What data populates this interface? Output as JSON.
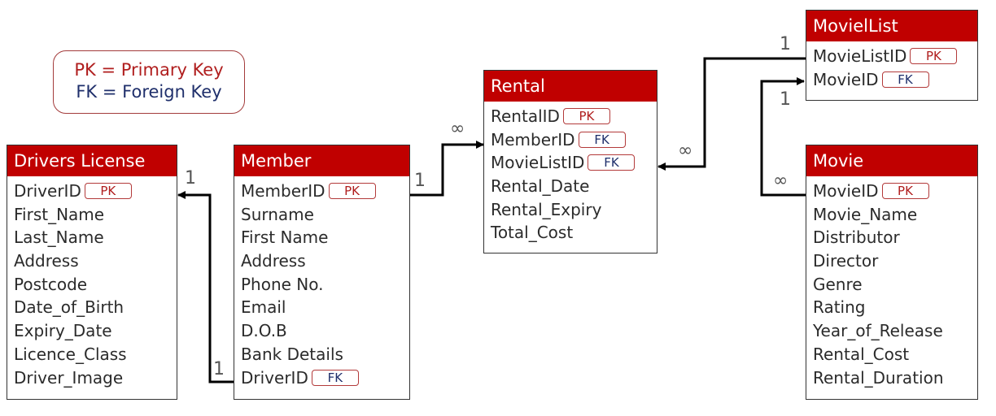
{
  "legend": {
    "pk_line": "PK = Primary Key",
    "fk_line": "FK = Foreign Key"
  },
  "entities": {
    "drivers_license": {
      "title": "Drivers License",
      "fields": [
        {
          "name": "DriverID",
          "key": "PK"
        },
        {
          "name": "First_Name"
        },
        {
          "name": "Last_Name"
        },
        {
          "name": "Address"
        },
        {
          "name": "Postcode"
        },
        {
          "name": "Date_of_Birth"
        },
        {
          "name": "Expiry_Date"
        },
        {
          "name": "Licence_Class"
        },
        {
          "name": "Driver_Image"
        }
      ]
    },
    "member": {
      "title": "Member",
      "fields": [
        {
          "name": "MemberID",
          "key": "PK"
        },
        {
          "name": "Surname"
        },
        {
          "name": "First Name"
        },
        {
          "name": "Address"
        },
        {
          "name": "Phone No."
        },
        {
          "name": "Email"
        },
        {
          "name": "D.O.B"
        },
        {
          "name": "Bank Details"
        },
        {
          "name": "DriverID",
          "key": "FK"
        }
      ]
    },
    "rental": {
      "title": "Rental",
      "fields": [
        {
          "name": "RentalID",
          "key": "PK"
        },
        {
          "name": "MemberID",
          "key": "FK"
        },
        {
          "name": "MovieListID",
          "key": "FK"
        },
        {
          "name": "Rental_Date"
        },
        {
          "name": "Rental_Expiry"
        },
        {
          "name": "Total_Cost"
        }
      ]
    },
    "movielist": {
      "title": "MovielList",
      "fields": [
        {
          "name": "MovieListID",
          "key": "PK"
        },
        {
          "name": "MovieID",
          "key": "FK"
        }
      ]
    },
    "movie": {
      "title": "Movie",
      "fields": [
        {
          "name": "MovieID",
          "key": "PK"
        },
        {
          "name": "Movie_Name"
        },
        {
          "name": "Distributor"
        },
        {
          "name": "Director"
        },
        {
          "name": "Genre"
        },
        {
          "name": "Rating"
        },
        {
          "name": "Year_of_Release"
        },
        {
          "name": "Rental_Cost"
        },
        {
          "name": "Rental_Duration"
        }
      ]
    }
  },
  "relationships": [
    {
      "from": "member.DriverID",
      "to": "drivers_license.DriverID",
      "from_card": "1",
      "to_card": "1"
    },
    {
      "from": "member.MemberID",
      "to": "rental.MemberID",
      "from_card": "1",
      "to_card": "∞"
    },
    {
      "from": "movielist.MovieListID",
      "to": "rental.MovieListID",
      "from_card": "1",
      "to_card": "∞"
    },
    {
      "from": "movie.MovieID",
      "to": "movielist.MovieID",
      "from_card": "∞",
      "to_card": "1"
    }
  ]
}
